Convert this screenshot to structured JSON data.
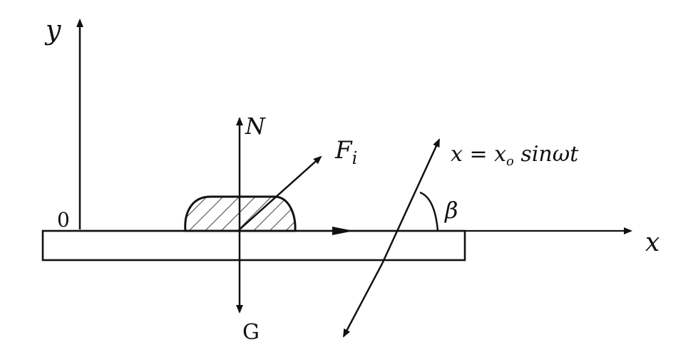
{
  "labels": {
    "y_axis": "y",
    "x_axis": "x",
    "origin": "0",
    "normal_force": "N",
    "gravity": "G",
    "inertial_force": "F",
    "inertial_force_sub": "i",
    "angle": "β",
    "vibration_prefix": "x = x",
    "vibration_sub": "o",
    "vibration_suffix": " sinωt"
  },
  "colors": {
    "ink": "#111111",
    "background": "#ffffff"
  }
}
